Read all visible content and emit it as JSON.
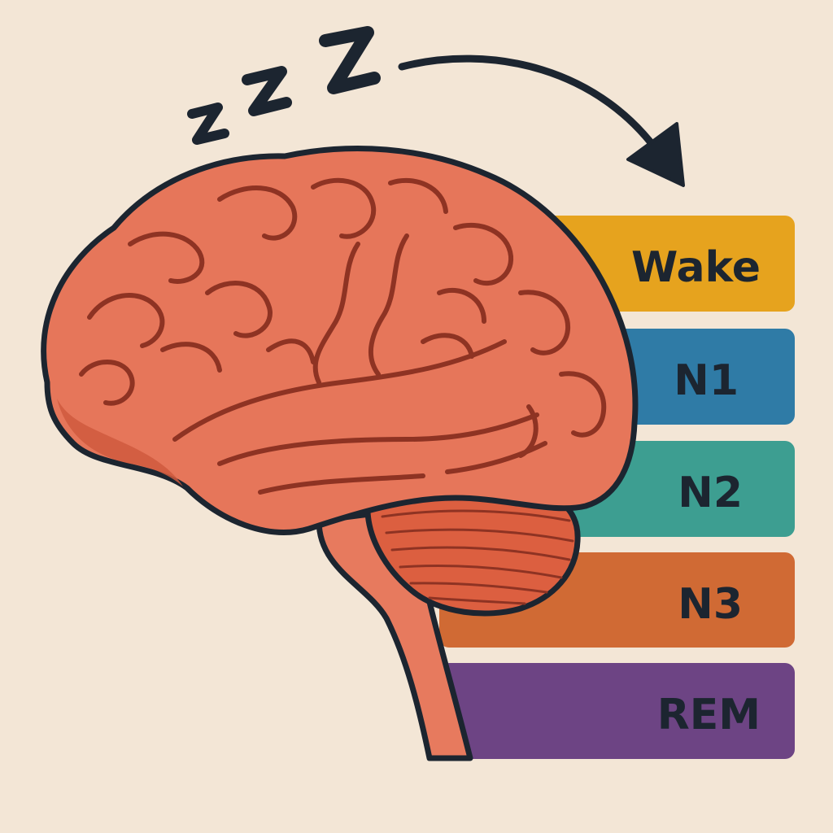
{
  "colors": {
    "background": "#f3e6d6",
    "outline": "#1c2530",
    "brain": "#e6765a",
    "brain_shadow": "#cf5a3e",
    "groove": "#8e3323",
    "cerebellum": "#dc5f40",
    "brainstem": "#e77a5e"
  },
  "stages": [
    {
      "label": "Wake",
      "color": "#e6a31e"
    },
    {
      "label": "N1",
      "color": "#2f7ba6"
    },
    {
      "label": "N2",
      "color": "#3d9e91"
    },
    {
      "label": "N3",
      "color": "#d06a34"
    },
    {
      "label": "REM",
      "color": "#6d4484"
    }
  ],
  "icons": {
    "sleep": "zzz-sleep-icon",
    "arrow": "curved-arrow-icon"
  }
}
